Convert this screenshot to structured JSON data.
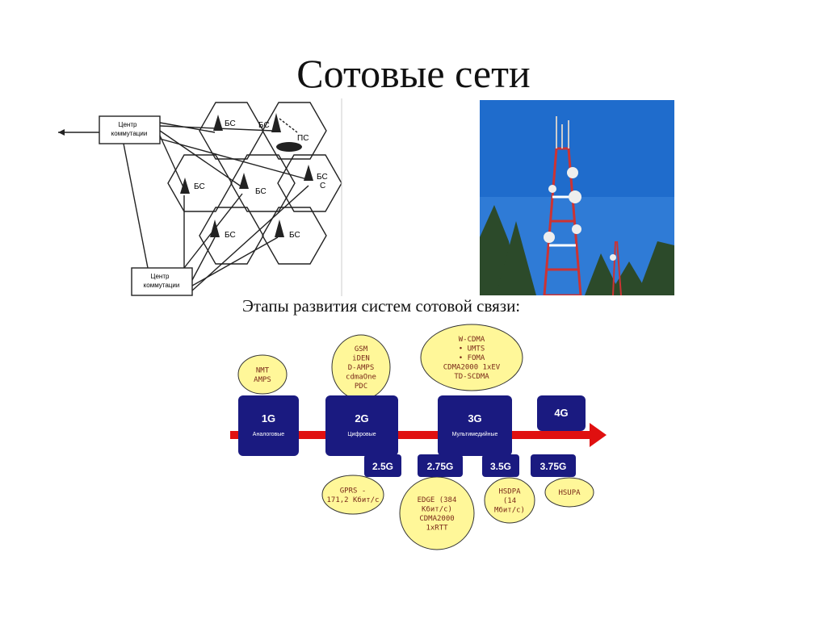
{
  "slide": {
    "title": "Сотовые сети",
    "subtitle": "Этапы развития систем сотовой связи:"
  },
  "cell_diagram": {
    "switch_center_top": [
      "Центр",
      "коммутации"
    ],
    "switch_center_bottom": [
      "Центр",
      "коммутации"
    ],
    "base_station_label": "БС",
    "base_station_label_alt": [
      "БС",
      "С"
    ],
    "mobile_station_label": "ПС"
  },
  "timeline": {
    "colors": {
      "gen_box": "#1a1a80",
      "arrow": "#e01010",
      "bubble": "#fff799",
      "bubble_text": "#7a2a1a"
    },
    "generations": [
      {
        "id": "1g",
        "label": "1G",
        "caption": "Аналоговые"
      },
      {
        "id": "2g",
        "label": "2G",
        "caption": "Цифровые"
      },
      {
        "id": "3g",
        "label": "3G",
        "caption": "Мультимедийные"
      },
      {
        "id": "4g",
        "label": "4G",
        "caption": ""
      }
    ],
    "intermediate": [
      {
        "id": "2-5g",
        "label": "2.5G"
      },
      {
        "id": "2-75g",
        "label": "2.75G"
      },
      {
        "id": "3-5g",
        "label": "3.5G"
      },
      {
        "id": "3-75g",
        "label": "3.75G"
      }
    ],
    "bubbles": {
      "1g": [
        "NMT",
        "AMPS"
      ],
      "2g": [
        "GSM",
        "iDEN",
        "D-AMPS",
        "cdmaOne",
        "PDC"
      ],
      "3g": [
        "W-CDMA",
        "•        UMTS",
        "•        FOMA",
        "CDMA2000 1xEV",
        "TD-SCDMA"
      ],
      "2-5g": [
        "GPRS  -",
        "171,2 Кбит/с"
      ],
      "2-75g": [
        "EDGE (384",
        "Кбит/с)",
        "CDMA2000",
        "1xRTT"
      ],
      "3-5g": [
        "HSDPA",
        "(14",
        "Мбит/с)"
      ],
      "3-75g": [
        "HSUPA"
      ]
    }
  }
}
